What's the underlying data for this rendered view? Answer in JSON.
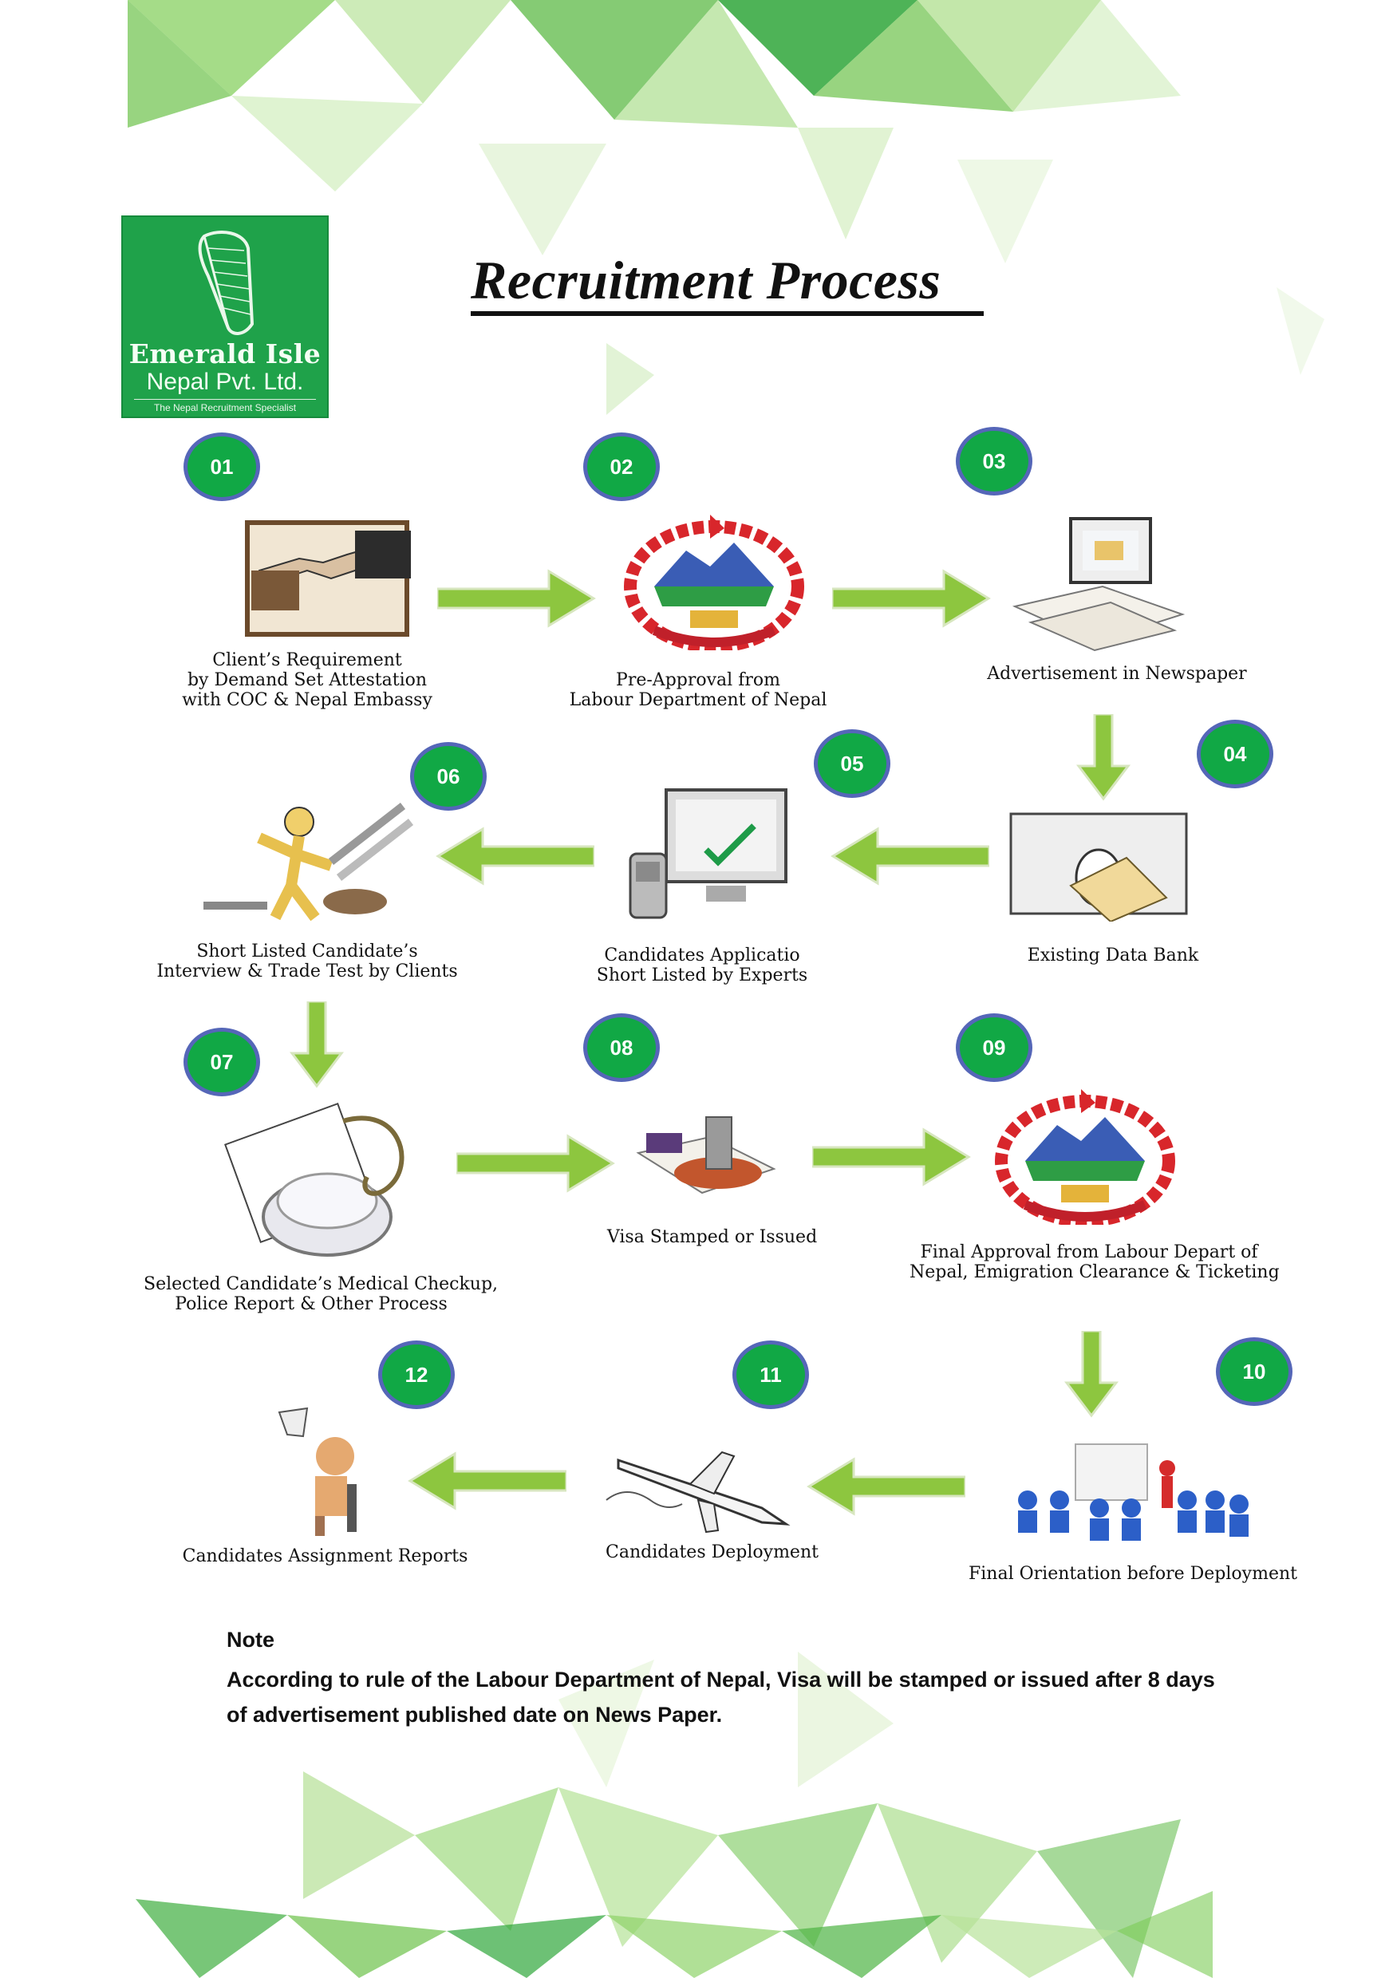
{
  "logo": {
    "line1": "Emerald Isle",
    "line2": "Nepal Pvt. Ltd.",
    "tagline": "The Nepal Recruitment Specialist"
  },
  "title": "Recruitment Process",
  "colors": {
    "badge_fill": "#11a845",
    "badge_border": "#5566b8",
    "arrow_green": "#8dc63f",
    "logo_green": "#1fa24a"
  },
  "steps": [
    {
      "number": "01",
      "label": [
        "Client’s Requirement",
        "by Demand Set Attestation",
        "with COC & Nepal Embassy"
      ],
      "icon": "handshake-icon"
    },
    {
      "number": "02",
      "label": [
        "Pre-Approval from",
        "Labour Department of Nepal"
      ],
      "icon": "nepal-emblem-icon"
    },
    {
      "number": "03",
      "label": [
        "Advertisement in Newspaper"
      ],
      "icon": "newspaper-icon"
    },
    {
      "number": "04",
      "label": [
        "Existing Data Bank"
      ],
      "icon": "envelope-databank-icon"
    },
    {
      "number": "05",
      "label": [
        "Candidates Applicatio",
        "Short Listed by Experts"
      ],
      "icon": "computer-check-icon"
    },
    {
      "number": "06",
      "label": [
        "Short Listed Candidate’s",
        "Interview & Trade Test by Clients"
      ],
      "icon": "tools-worker-icon"
    },
    {
      "number": "07",
      "label": [
        "Selected Candidate’s Medical Checkup,",
        "Police Report & Other Process"
      ],
      "icon": "stethoscope-icon"
    },
    {
      "number": "08",
      "label": [
        "Visa Stamped or Issued"
      ],
      "icon": "stamp-icon"
    },
    {
      "number": "09",
      "label": [
        "Final Approval from Labour Depart of",
        "Nepal, Emigration Clearance & Ticketing"
      ],
      "icon": "nepal-emblem-icon"
    },
    {
      "number": "10",
      "label": [
        "Final Orientation before Deployment"
      ],
      "icon": "orientation-class-icon"
    },
    {
      "number": "11",
      "label": [
        "Candidates Deployment"
      ],
      "icon": "airplane-icon"
    },
    {
      "number": "12",
      "label": [
        "Candidates Assignment Reports"
      ],
      "icon": "reporting-person-icon"
    }
  ],
  "note": {
    "title": "Note",
    "body": "According to rule of the Labour Department of Nepal, Visa will be stamped or issued after 8 days of advertisement published date on News Paper."
  }
}
